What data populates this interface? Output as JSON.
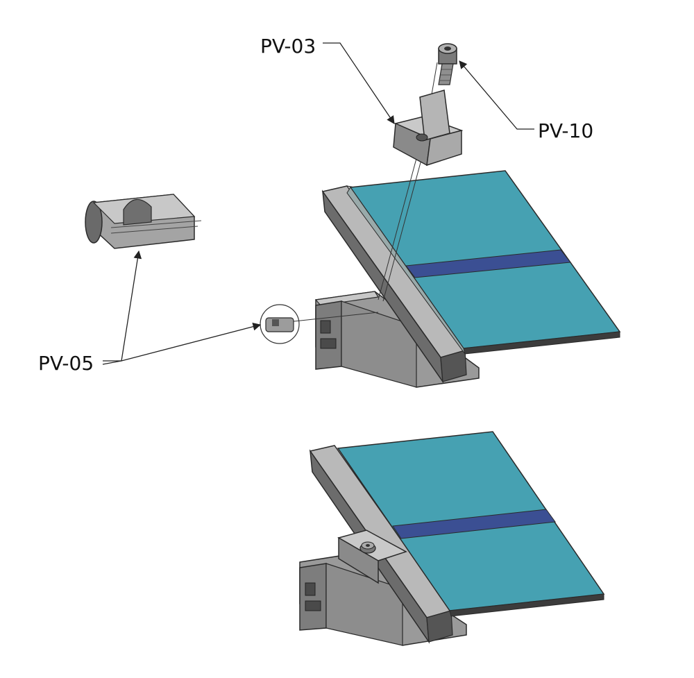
{
  "labels": {
    "pv03": "PV-03",
    "pv10": "PV-10",
    "pv05": "PV-05"
  },
  "colors": {
    "panel": "#46a1b2",
    "panel_edge": "#2d7f90",
    "panel_divider": "#3b4f93",
    "rail_light": "#a6a6a6",
    "rail_mid": "#8a8a8a",
    "rail_dark": "#5e5e5e",
    "metal_light": "#c9c9c9",
    "outline": "#2a2a2a",
    "leader": "#222222"
  },
  "icons": {
    "bolt": "socket-cap-screw-icon",
    "clamp": "end-clamp-icon",
    "nut": "slot-nut-icon"
  }
}
